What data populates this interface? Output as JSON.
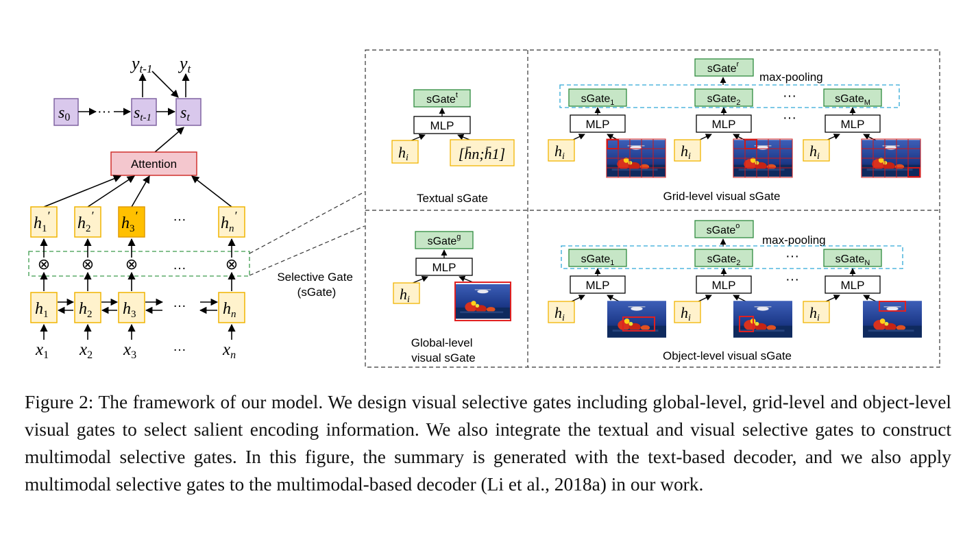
{
  "figure": {
    "encoder": {
      "y_prev": {
        "base": "y",
        "sub": "t-1"
      },
      "y_cur": {
        "base": "y",
        "sub": "t"
      },
      "s0": {
        "base": "s",
        "sub": "0"
      },
      "s_prev": {
        "base": "s",
        "sub": "t-1"
      },
      "s_cur": {
        "base": "s",
        "sub": "t"
      },
      "dots": "···",
      "attention": "Attention",
      "gated_states": [
        {
          "base": "h",
          "sub": "1",
          "sup": "′"
        },
        {
          "base": "h",
          "sub": "2",
          "sup": "′"
        },
        {
          "base": "h",
          "sub": "3",
          "sup": "′"
        },
        {
          "base": "h",
          "sub": "n",
          "sup": "′"
        }
      ],
      "hidden_states": [
        {
          "base": "h",
          "sub": "1"
        },
        {
          "base": "h",
          "sub": "2"
        },
        {
          "base": "h",
          "sub": "3"
        },
        {
          "base": "h",
          "sub": "n"
        }
      ],
      "inputs": [
        {
          "base": "x",
          "sub": "1"
        },
        {
          "base": "x",
          "sub": "2"
        },
        {
          "base": "x",
          "sub": "3"
        },
        {
          "base": "x",
          "sub": "n"
        }
      ],
      "ellipsis": "…",
      "gate_symbol": "⊗"
    },
    "selective_gate_label": [
      "Selective Gate",
      "(sGate)"
    ],
    "panels": {
      "textual": {
        "caption": "Textual sGate",
        "gate": {
          "base": "sGate",
          "sup": "t"
        },
        "mlp": "MLP",
        "hi": {
          "base": "h",
          "sub": "i"
        },
        "concat": "[h̄n;h̄1]"
      },
      "grid": {
        "caption": "Grid-level visual sGate",
        "top_gate": {
          "base": "sGate",
          "sup": "r"
        },
        "pooling": "max-pooling",
        "gates": [
          {
            "base": "sGate",
            "sub": "1"
          },
          {
            "base": "sGate",
            "sub": "2"
          },
          {
            "base": "sGate",
            "sub": "M"
          }
        ],
        "mlp": "MLP",
        "hi": {
          "base": "h",
          "sub": "i"
        },
        "dots": "···"
      },
      "global": {
        "caption": [
          "Global-level",
          "visual sGate"
        ],
        "gate": {
          "base": "sGate",
          "sup": "g"
        },
        "mlp": "MLP",
        "hi": {
          "base": "h",
          "sub": "i"
        }
      },
      "object": {
        "caption": "Object-level visual sGate",
        "top_gate": {
          "base": "sGate",
          "sup": "o"
        },
        "pooling": "max-pooling",
        "gates": [
          {
            "base": "sGate",
            "sub": "1"
          },
          {
            "base": "sGate",
            "sub": "2"
          },
          {
            "base": "sGate",
            "sub": "N"
          }
        ],
        "mlp": "MLP",
        "hi": {
          "base": "h",
          "sub": "i"
        },
        "dots": "···"
      }
    },
    "colors": {
      "hidden": "#fff2cc",
      "hidden_border": "#f0b400",
      "highlight": "#ffc000",
      "decoder": "#d9c8ec",
      "decoder_border": "#8064a2",
      "attention": "#f4c7ce",
      "attention_border": "#d0312d",
      "gate": "#c6e6c6",
      "gate_border": "#2e8b3e",
      "dashed_blue": "#2ea7d6",
      "dashed_green": "#3a9a4a"
    }
  },
  "caption": "Figure 2: The framework of our model. We design visual selective gates including global-level, grid-level and object-level visual gates to select salient encoding information. We also integrate the textual and visual selective gates to construct multimodal selective gates. In this figure, the summary is generated with the text-based decoder, and we also apply multimodal selective gates to the multimodal-based decoder (Li et al., 2018a) in our work."
}
